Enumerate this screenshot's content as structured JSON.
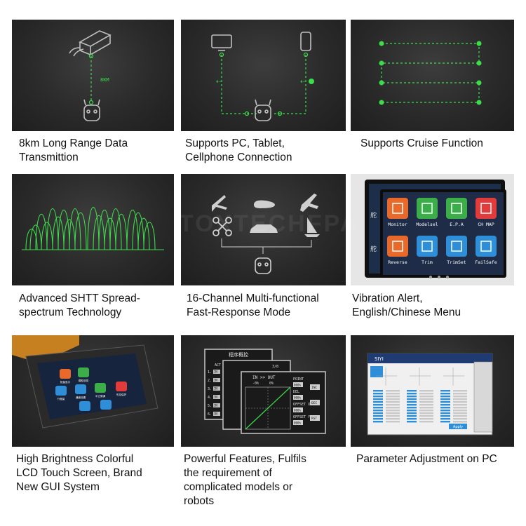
{
  "features": [
    {
      "caption": [
        "8km Long Range Data",
        "Transmittion"
      ],
      "illustration": "long-range-link"
    },
    {
      "caption": [
        "Supports PC, Tablet,",
        "Cellphone Connection"
      ],
      "illustration": "pc-tablet-phone"
    },
    {
      "caption": [
        "Supports Cruise Function"
      ],
      "illustration": "cruise-lines"
    },
    {
      "caption": [
        "Advanced SHTT Spread-",
        "spectrum Technology"
      ],
      "illustration": "spread-spectrum-waves"
    },
    {
      "caption": [
        "16-Channel Multi-functional",
        "Fast-Response Mode"
      ],
      "illustration": "vehicle-modes"
    },
    {
      "caption": [
        "Vibration Alert,",
        "English/Chinese Menu"
      ],
      "illustration": "menu-screens"
    },
    {
      "caption": [
        "High Brightness Colorful",
        "LCD Touch Screen, Brand",
        "New GUI System"
      ],
      "illustration": "lcd-module"
    },
    {
      "caption": [
        "Powerful Features, Fulfils",
        "the requirement of",
        "complicated models or",
        "robots"
      ],
      "illustration": "setting-screens"
    },
    {
      "caption": [
        "Parameter Adjustment on PC"
      ],
      "illustration": "pc-software"
    }
  ],
  "panel1": {
    "distance_label": "8KM"
  },
  "menu": {
    "items": [
      "Monitor",
      "Modelsel",
      "E.P.A",
      "CH MAP",
      "Reverse",
      "Trim",
      "TrimSet",
      "FailSafe"
    ],
    "colors": [
      "#e8692a",
      "#3cae49",
      "#3cae49",
      "#e23b3b",
      "#e8692a",
      "#2e8fd8",
      "#2e8fd8",
      "#2e8fd8"
    ],
    "side_chars": [
      "舵",
      "舵"
    ]
  },
  "settings_screen": {
    "title": "程序概控",
    "act_label": "ACT",
    "rows": [
      "1.",
      "2.",
      "3.",
      "4.",
      "5.",
      "6."
    ],
    "row_tag": "IN",
    "front_title": "IN >> OUT",
    "front_values": [
      "-0%",
      "0%"
    ],
    "side_labels": [
      "POINT",
      "DEL",
      "OFFSET X",
      "OFFSET Y"
    ],
    "side_values": [
      "000%",
      "000%",
      "000%",
      "000%"
    ],
    "buttons": [
      "INC",
      "DEC",
      "RST"
    ],
    "mid_label": "3/8"
  },
  "lcd_screen": {
    "labels": [
      "舵量显示",
      "模型选择",
      "行程量",
      "通道设置",
      "中立微调",
      "失控保护"
    ],
    "icon_colors": [
      "#e8692a",
      "#3cae49",
      "#2e8fd8",
      "#2e8fd8",
      "#3cae49",
      "#e23b3b",
      "#2e8fd8",
      "#2e8fd8"
    ]
  },
  "pc_app": {
    "title": "SIYI",
    "button": "Apply"
  },
  "watermark": "TOXTECHFPA"
}
